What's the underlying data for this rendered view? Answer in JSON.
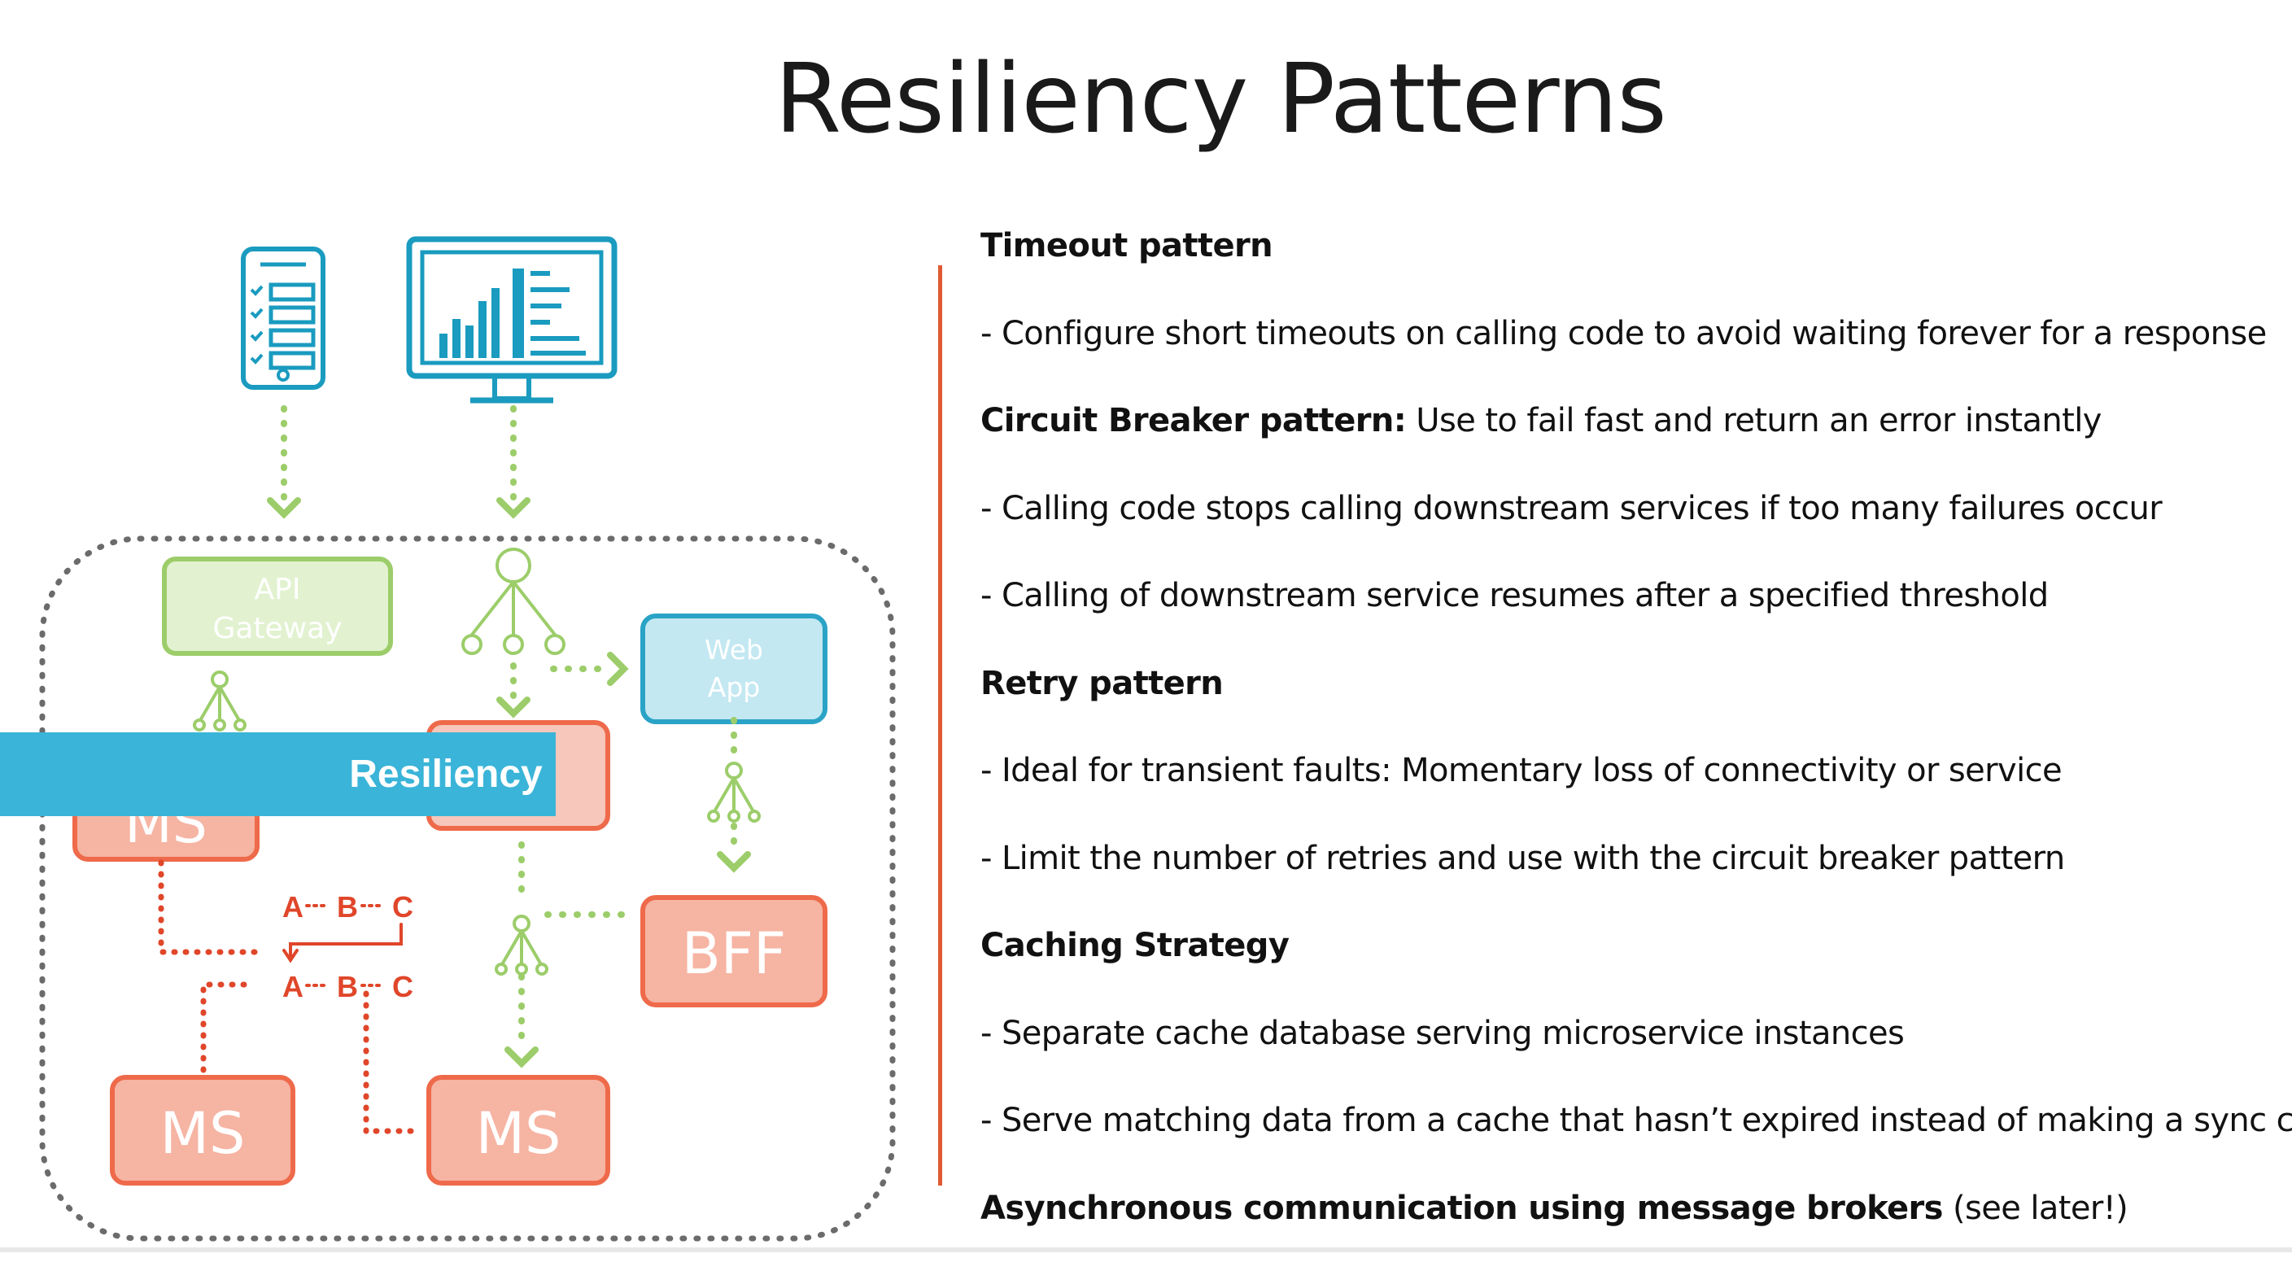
{
  "title": "Resiliency Patterns",
  "diagram": {
    "api_gateway_label": [
      "API",
      "Gateway"
    ],
    "web_app_label": [
      "Web",
      "App"
    ],
    "bff_label": "BFF",
    "ms_label": "MS",
    "banner_label": "Resiliency",
    "cache_row_top": [
      "A",
      "B",
      "C"
    ],
    "cache_row_bottom": [
      "A",
      "B",
      "C"
    ],
    "colors": {
      "client_icon": "#1a9bbf",
      "arrow_green": "#9ccd6a",
      "gateway": "#9ccd6a",
      "web_app": "#2aa3c6",
      "ms_fill": "#f6b4a3",
      "ms_border": "#ee6a4a",
      "red_line": "#e0462a",
      "banner": "#3ab4d8",
      "boundary": "#6b6b6b"
    }
  },
  "patterns": [
    {
      "bold": "Timeout pattern",
      "text": ""
    },
    {
      "bold": "",
      "text": "- Configure short timeouts on calling code to avoid waiting forever for a response"
    },
    {
      "bold": "Circuit Breaker pattern:",
      "text": " Use to fail fast and return an error instantly"
    },
    {
      "bold": "",
      "text": "- Calling code stops calling downstream services if too many failures occur"
    },
    {
      "bold": "",
      "text": "- Calling of downstream service resumes after a specified threshold"
    },
    {
      "bold": "Retry pattern",
      "text": ""
    },
    {
      "bold": "",
      "text": "- Ideal for transient faults: Momentary loss of connectivity or service"
    },
    {
      "bold": "",
      "text": "- Limit the number of retries and use with the circuit breaker pattern"
    },
    {
      "bold": "Caching Strategy",
      "text": ""
    },
    {
      "bold": "",
      "text": "- Separate cache database serving microservice instances"
    },
    {
      "bold": "",
      "text": "- Serve matching data from a cache that hasn’t expired instead of making a sync call"
    },
    {
      "bold": "Asynchronous communication using message brokers",
      "text": " (see later!)"
    }
  ]
}
